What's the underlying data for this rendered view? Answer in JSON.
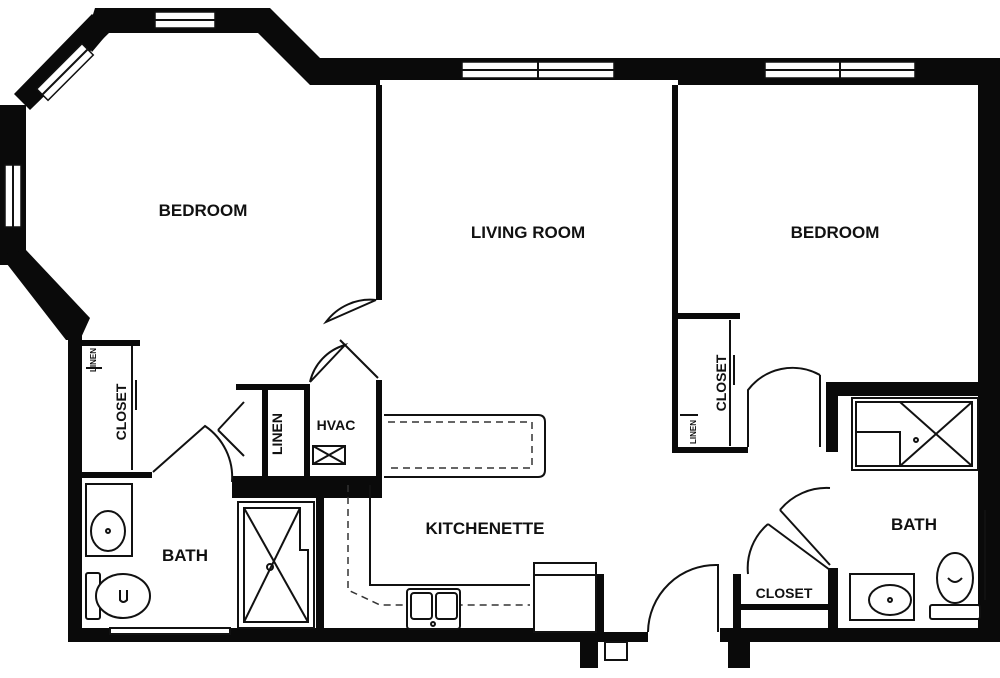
{
  "rooms": {
    "bedroom_left": "BEDROOM",
    "living_room": "LIVING ROOM",
    "bedroom_right": "BEDROOM",
    "kitchenette": "KITCHENETTE",
    "bath_left": "BATH",
    "bath_right": "BATH"
  },
  "closets": {
    "closet_left": "CLOSET",
    "closet_right": "CLOSET",
    "closet_bath": "CLOSET",
    "linen_hall": "LINEN",
    "linen_left_small": "LINEN",
    "linen_right_small": "LINEN",
    "hvac": "HVAC"
  },
  "colors": {
    "wall": "#0a0a0a",
    "background": "#ffffff"
  }
}
